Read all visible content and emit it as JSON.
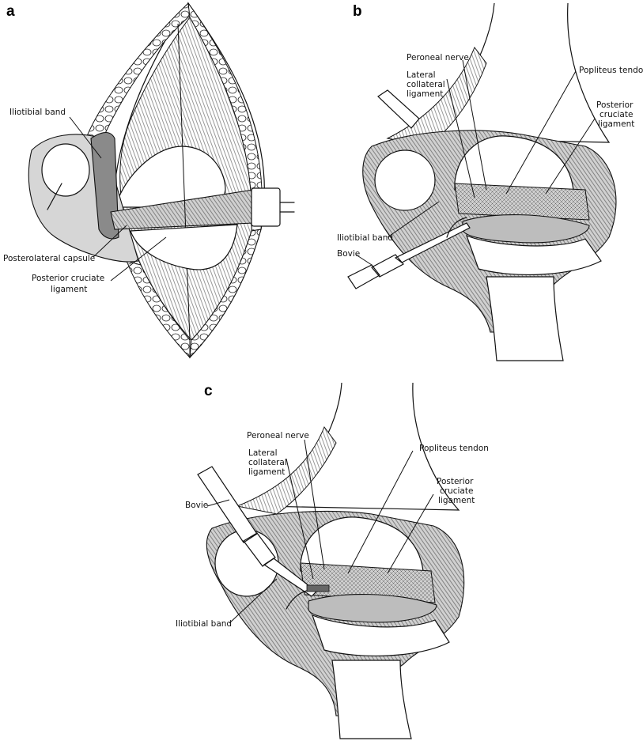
{
  "panels": {
    "a": {
      "letter": "a",
      "labels": {
        "iliotibial_band": "Iliotibial band",
        "posterolateral_capsule": "Posterolateral capsule",
        "pcl_line1": "Posterior cruciate",
        "pcl_line2": "ligament"
      }
    },
    "b": {
      "letter": "b",
      "labels": {
        "peroneal_nerve": "Peroneal nerve",
        "lcl_line1": "Lateral",
        "lcl_line2": "collateral",
        "lcl_line3": "ligament",
        "popliteus_tendon": "Popliteus tendon",
        "pcl_line1": "Posterior",
        "pcl_line2": "cruciate",
        "pcl_line3": "ligament",
        "iliotibial_band": "Iliotibial band",
        "bovie": "Bovie"
      }
    },
    "c": {
      "letter": "c",
      "labels": {
        "peroneal_nerve": "Peroneal nerve",
        "lcl_line1": "Lateral",
        "lcl_line2": "collateral",
        "lcl_line3": "ligament",
        "popliteus_tendon": "Popliteus tendon",
        "pcl_line1": "Posterior",
        "pcl_line2": "cruciate",
        "pcl_line3": "ligament",
        "bovie": "Bovie",
        "iliotibial_band": "Iliotibial band"
      }
    }
  }
}
